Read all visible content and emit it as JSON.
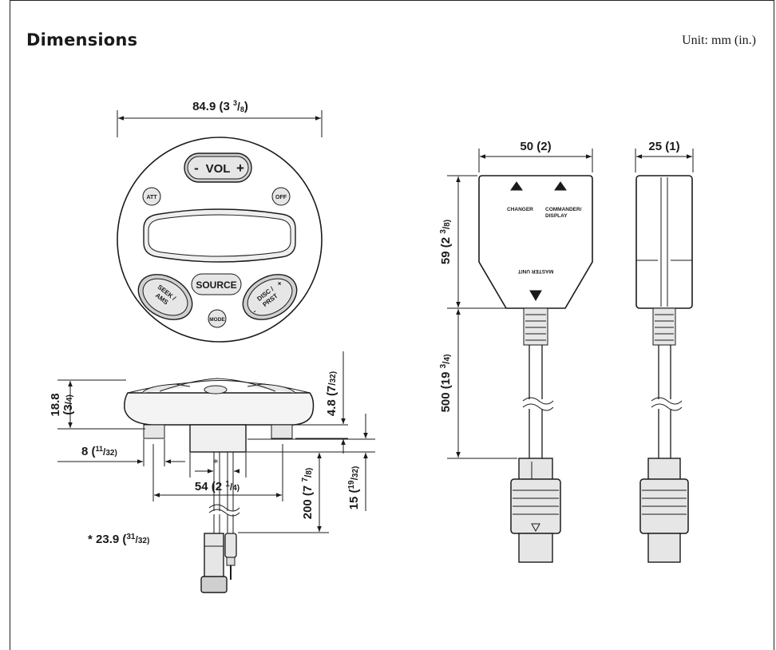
{
  "header": {
    "title": "Dimensions",
    "unit": "Unit: mm (in.)"
  },
  "commander": {
    "buttons": {
      "vol": "VOL",
      "vol_minus": "-",
      "vol_plus": "+",
      "att": "ATT",
      "off": "OFF",
      "source": "SOURCE",
      "mode": "MODE",
      "seek_top": "SEEK /",
      "seek_bottom": "AMS",
      "disc_top": "DISC /",
      "disc_bottom": "PRST",
      "disc_minus": "-",
      "disc_plus": "+"
    },
    "dims": {
      "width": "84.9 (3",
      "width_frac": "3",
      "width_den": "8",
      "width_close": ")",
      "height_a": "18.8",
      "height_b": "(3",
      "height_den": "4)",
      "foot": "4.8 (7",
      "foot_den": "32)",
      "pin": "8 (",
      "pin_num": "11",
      "pin_den": "32)",
      "base": "54 (2",
      "base_frac": "1",
      "base_den": "4)",
      "cable": "200 (7",
      "cable_frac": "7",
      "cable_den": "8)",
      "cable_dia": "15 (",
      "cable_dia_num": "19",
      "cable_dia_den": "32)",
      "note": "* 23.9 (",
      "note_num": "31",
      "note_den": "32)",
      "star": "*"
    }
  },
  "box": {
    "labels": {
      "changer": "CHANGER",
      "commander_1": "COMMANDER/",
      "commander_2": "DISPLAY",
      "master": "MASTER UNIT"
    },
    "dims": {
      "width": "50 (2)",
      "depth": "25 (1)",
      "height": "59 (2",
      "height_frac": "3",
      "height_den": "8)",
      "cable": "500 (19",
      "cable_frac": "3",
      "cable_den": "4)"
    }
  }
}
